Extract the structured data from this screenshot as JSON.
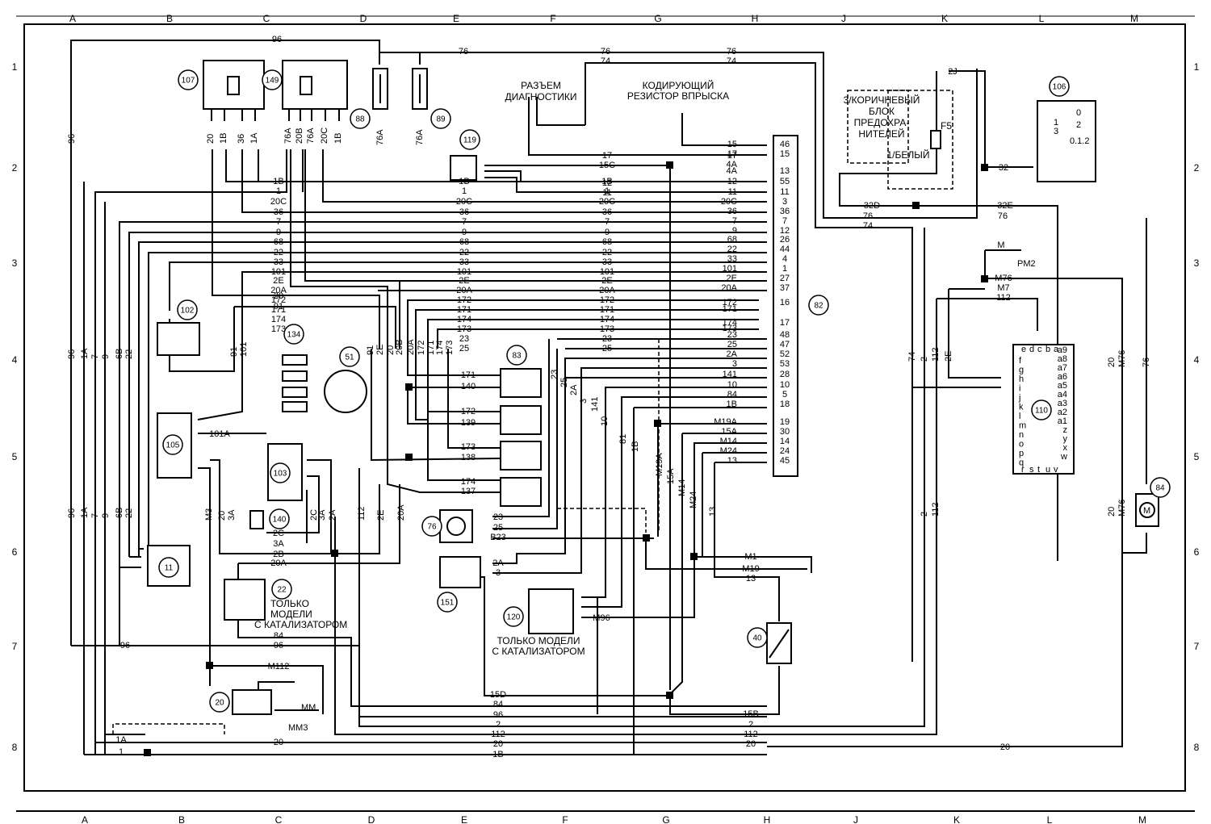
{
  "grid": {
    "columns": [
      "A",
      "B",
      "C",
      "D",
      "E",
      "F",
      "G",
      "H",
      "J",
      "K",
      "L",
      "M"
    ],
    "rows": [
      "1",
      "2",
      "3",
      "4",
      "5",
      "6",
      "7",
      "8"
    ]
  },
  "components": [
    {
      "id": "c107",
      "num": "107"
    },
    {
      "id": "c149",
      "num": "149"
    },
    {
      "id": "c88",
      "num": "88"
    },
    {
      "id": "c89",
      "num": "89"
    },
    {
      "id": "c119",
      "num": "119"
    },
    {
      "id": "c82",
      "num": "82"
    },
    {
      "id": "c106",
      "num": "106"
    },
    {
      "id": "c102",
      "num": "102"
    },
    {
      "id": "c134",
      "num": "134"
    },
    {
      "id": "c51",
      "num": "51"
    },
    {
      "id": "c83",
      "num": "83"
    },
    {
      "id": "c105",
      "num": "105"
    },
    {
      "id": "c103",
      "num": "103"
    },
    {
      "id": "c140",
      "num": "140"
    },
    {
      "id": "c11",
      "num": "11"
    },
    {
      "id": "c76",
      "num": "76"
    },
    {
      "id": "c151",
      "num": "151"
    },
    {
      "id": "c22",
      "num": "22"
    },
    {
      "id": "c120",
      "num": "120"
    },
    {
      "id": "c40",
      "num": "40"
    },
    {
      "id": "c20",
      "num": "20"
    },
    {
      "id": "c110",
      "num": "110"
    },
    {
      "id": "c84",
      "num": "84"
    }
  ],
  "labels": {
    "diag_connector": [
      "РАЗЪЕМ",
      "ДИАГНОСТИКИ"
    ],
    "coding_resistor": [
      "КОДИРУЮЩИЙ",
      "РЕЗИСТОР ВПРЫСКА"
    ],
    "fuse_block": [
      "3/КОРИЧНЕВЫЙ",
      "БЛОК",
      "ПРЕДОХРА-",
      "НИТЕЛЕЙ"
    ],
    "fuse_white": "1/БЕЛЫЙ",
    "fuse_f5": "F5",
    "catalyst_only_22": [
      "ТОЛЬКО",
      "МОДЕЛИ",
      "С КАТАЛИЗАТОРОМ"
    ],
    "catalyst_only_120": [
      "ТОЛЬКО МОДЕЛИ",
      "С КАТАЛИЗАТОРОМ"
    ],
    "ground_mm": "MM",
    "ground_mm3": "MM3",
    "ground_pm2": "PM2",
    "pin_m": "M",
    "motor_m": "M",
    "switch_positions": [
      "0",
      "1",
      "2",
      "3",
      "0.1.2"
    ]
  },
  "ecu_pins": [
    {
      "wire": "15",
      "pin": "46"
    },
    {
      "wire": "17",
      "pin": "15"
    },
    {
      "wire": "4A",
      "pin": "13"
    },
    {
      "wire": "12",
      "pin": "55"
    },
    {
      "wire": "11",
      "pin": "11"
    },
    {
      "wire": "20C",
      "pin": "3"
    },
    {
      "wire": "36",
      "pin": "36"
    },
    {
      "wire": "7",
      "pin": "7"
    },
    {
      "wire": "9",
      "pin": "12"
    },
    {
      "wire": "68",
      "pin": "26"
    },
    {
      "wire": "22",
      "pin": "44"
    },
    {
      "wire": "33",
      "pin": "4"
    },
    {
      "wire": "101",
      "pin": "1"
    },
    {
      "wire": "2E",
      "pin": "27"
    },
    {
      "wire": "20A",
      "pin": "37"
    },
    {
      "wire": "172",
      "pin": "16"
    },
    {
      "wire": "174",
      "pin": "17"
    },
    {
      "wire": "23",
      "pin": "48"
    },
    {
      "wire": "25",
      "pin": "47"
    },
    {
      "wire": "2A",
      "pin": "52"
    },
    {
      "wire": "3",
      "pin": "53"
    },
    {
      "wire": "141",
      "pin": "28"
    },
    {
      "wire": "10",
      "pin": "10"
    },
    {
      "wire": "84",
      "pin": "5"
    },
    {
      "wire": "1B",
      "pin": "18"
    },
    {
      "wire": "M19A",
      "pin": "19"
    },
    {
      "wire": "15A",
      "pin": "30"
    },
    {
      "wire": "M14",
      "pin": "14"
    },
    {
      "wire": "M24",
      "pin": "24"
    },
    {
      "wire": "13",
      "pin": "45"
    }
  ],
  "ecu_extra": {
    "w_17b": "17",
    "w_4a2": "4A",
    "w_171": "171",
    "w_173": "173"
  },
  "bus_wires": [
    "1B",
    "1",
    "20C",
    "36",
    "7",
    "9",
    "68",
    "22",
    "33",
    "101",
    "2E",
    "20A",
    "172",
    "171",
    "174",
    "173",
    "23",
    "25"
  ],
  "wires_top": {
    "w96": "96",
    "w76": "76",
    "w74": "74",
    "w2j": "2J",
    "w32": "32",
    "w32d": "32D",
    "w32e": "32E",
    "w15c": "15C",
    "w12": "12",
    "w11": "11",
    "w20": "20",
    "w91": "91"
  },
  "relay107_pins": [
    "20",
    "1B",
    "36",
    "1A"
  ],
  "relay149_pins": [
    "76A",
    "20B",
    "76A",
    "20C",
    "1B"
  ],
  "fuse_pins": [
    "76A",
    "76A"
  ],
  "vert_left": [
    "96",
    "1A",
    "7",
    "9",
    "6B",
    "22"
  ],
  "vert_left2": [
    "96",
    "1A",
    "7",
    "9",
    "6B",
    "22"
  ],
  "v_91": "91",
  "v_101": "101",
  "w_101a": "101A",
  "mid_vert": [
    "91",
    "2E",
    "20",
    "20B",
    "20A",
    "172",
    "171",
    "174",
    "173"
  ],
  "inj_pins": [
    {
      "a": "171",
      "b": "140"
    },
    {
      "a": "172",
      "b": "139"
    },
    {
      "a": "173",
      "b": "138"
    },
    {
      "a": "174",
      "b": "137"
    }
  ],
  "c103_pins": [
    "2C",
    "3A",
    "2B",
    "20A"
  ],
  "v_103": [
    "M3",
    "3A",
    "20",
    "2C",
    "3A",
    "2A",
    "112",
    "2E",
    "20A"
  ],
  "c76_pins": [
    "23",
    "25",
    "B23"
  ],
  "c151_pins": [
    "2A",
    "3"
  ],
  "v_f": [
    "23",
    "25",
    "2A",
    "3",
    "141",
    "10",
    "81",
    "1B",
    "M19A",
    "15A",
    "M14",
    "M24",
    "13"
  ],
  "m_wires": {
    "m1": "M1",
    "m19": "M19",
    "m13": "13",
    "m96": "M96",
    "m112": "M112"
  },
  "bottom_wires": [
    "96",
    "84",
    "96",
    "15D",
    "84",
    "96",
    "2",
    "112",
    "20",
    "1B",
    "15B",
    "2",
    "112",
    "20",
    "1",
    "1A",
    "20"
  ],
  "right_wires": {
    "m76": "M76",
    "m7": "M7",
    "m112": "112",
    "m_m": "M",
    "v74": "74",
    "v2": "2",
    "v112": "112",
    "v2e": "2E",
    "vm76": "M76",
    "v20": "20",
    "v76": "76",
    "v2b": "2",
    "v112b": "112",
    "vm76b": "M76",
    "v20b": "20",
    "w20r": "20"
  },
  "c110_left_pins": [
    "f",
    "g",
    "h",
    "i",
    "j",
    "k",
    "l",
    "m",
    "n",
    "o",
    "p",
    "q"
  ],
  "c110_right_pins": [
    "a9",
    "a8",
    "a7",
    "a6",
    "a5",
    "a4",
    "a3",
    "a2",
    "a1",
    "z",
    "y",
    "x",
    "w"
  ],
  "c110_top_pins": [
    "e",
    "d",
    "c",
    "b",
    "a"
  ],
  "c110_bottom_pins": [
    "r",
    "s",
    "t",
    "u",
    "v"
  ]
}
